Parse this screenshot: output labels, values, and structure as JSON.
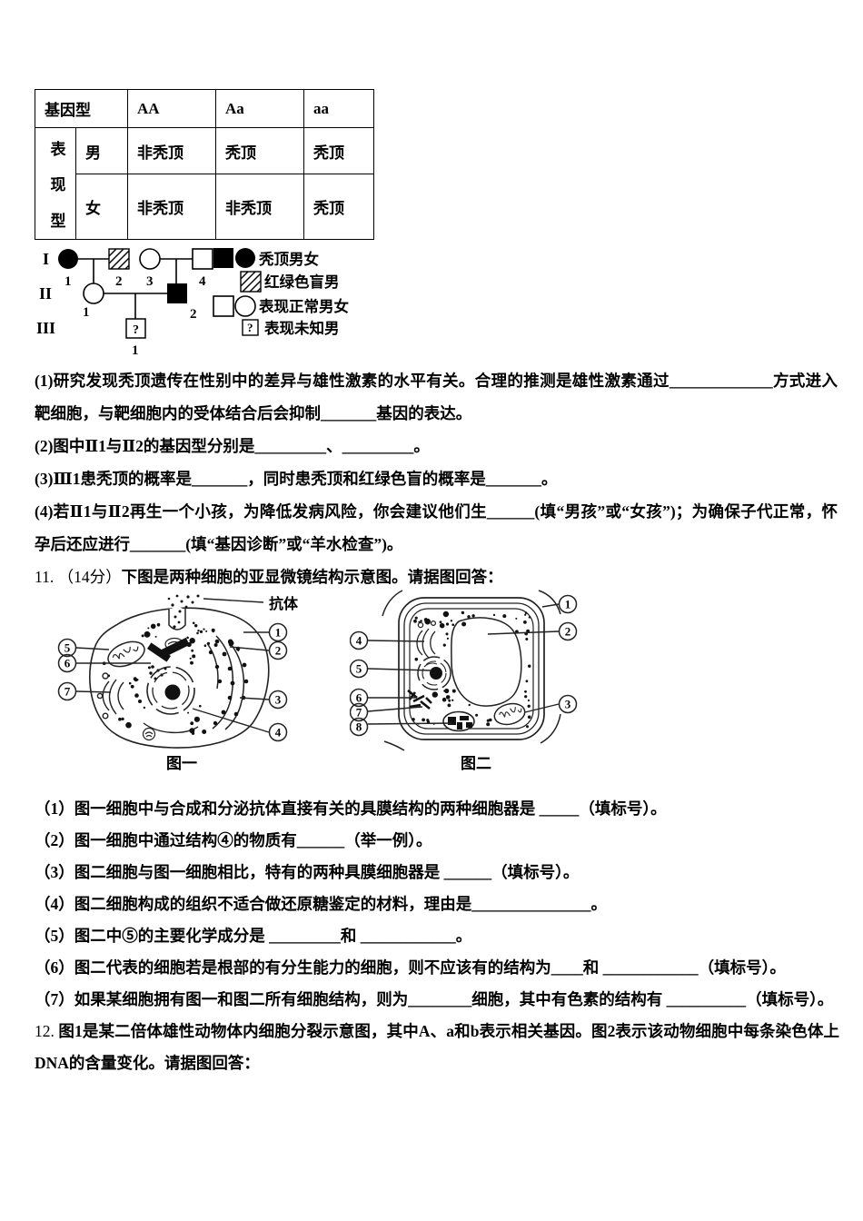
{
  "genotype_table": {
    "header": "基因型",
    "columns": [
      "AA",
      "Aa",
      "aa"
    ],
    "row_label_chars": [
      "表",
      "现",
      "型"
    ],
    "rows": [
      {
        "sex": "男",
        "values": [
          "非秃顶",
          "秃顶",
          "秃顶"
        ]
      },
      {
        "sex": "女",
        "values": [
          "非秃顶",
          "非秃顶",
          "秃顶"
        ]
      }
    ]
  },
  "pedigree": {
    "generations": [
      "I",
      "II",
      "III"
    ],
    "gen1_numbers": [
      "1",
      "2",
      "3",
      "4"
    ],
    "gen2_numbers": [
      "1",
      "2"
    ],
    "gen3_numbers": [
      "1"
    ],
    "unknown_mark": "?",
    "legend": [
      {
        "icon": "filled-square filled-circle",
        "label": "秃顶男女"
      },
      {
        "icon": "hatched-square",
        "label": "红绿色盲男"
      },
      {
        "icon": "open-square open-circle",
        "label": "表现正常男女"
      },
      {
        "icon": "question-square",
        "label": "表现未知男"
      }
    ]
  },
  "question10": {
    "parts": [
      "(1)研究发现秃顶遗传在性别中的差异与雄性激素的水平有关。合理的推测是雄性激素通过_____________方式进入靶细胞，与靶细胞内的受体结合后会抑制_______基因的表达。",
      "(2)图中Ⅱ1与Ⅱ2的基因型分别是_________、_________。",
      "(3)Ⅲ1患秃顶的概率是_______，同时患秃顶和红绿色盲的概率是_______。",
      "(4)若Ⅱ1与Ⅱ2再生一个小孩，为降低发病风险，你会建议他们生______(填“男孩”或“女孩”)；为确保子代正常，怀孕后还应进行_______(填“基因诊断”或“羊水检查”)。"
    ]
  },
  "question11": {
    "number": "11.",
    "score": "（14分）",
    "intro": "下图是两种细胞的亚显微镜结构示意图。请据图回答：",
    "figure1": {
      "caption": "图一",
      "annotation": "抗体",
      "callouts_right": [
        "1",
        "2",
        "3",
        "4"
      ],
      "callouts_left": [
        "5",
        "6",
        "7"
      ]
    },
    "figure2": {
      "caption": "图二",
      "callouts_right": [
        "1",
        "2",
        "3"
      ],
      "callouts_left": [
        "4",
        "5",
        "6",
        "7",
        "8"
      ]
    },
    "parts": [
      "（1）图一细胞中与合成和分泌抗体直接有关的具膜结构的两种细胞器是 _____（填标号）。",
      "（2）图一细胞中通过结构④的物质有______（举一例）。",
      "（3）图二细胞与图一细胞相比，特有的两种具膜细胞器是 ______（填标号）。",
      "（4）图二细胞构成的组织不适合做还原糖鉴定的材料，理由是_______________。",
      "（5）图二中⑤的主要化学成分是 _________和 ____________。",
      "（6）图二代表的细胞若是根部的有分生能力的细胞，则不应该有的结构为____和 ____________（填标号）。",
      "（7）如果某细胞拥有图一和图二所有细胞结构，则为________细胞，其中有色素的结构有 __________（填标号）。"
    ]
  },
  "question12": {
    "number": "12.",
    "intro": "图1是某二倍体雄性动物体内细胞分裂示意图，其中A、a和b表示相关基因。图2表示该动物细胞中每条染色体上DNA的含量变化。请据图回答："
  }
}
